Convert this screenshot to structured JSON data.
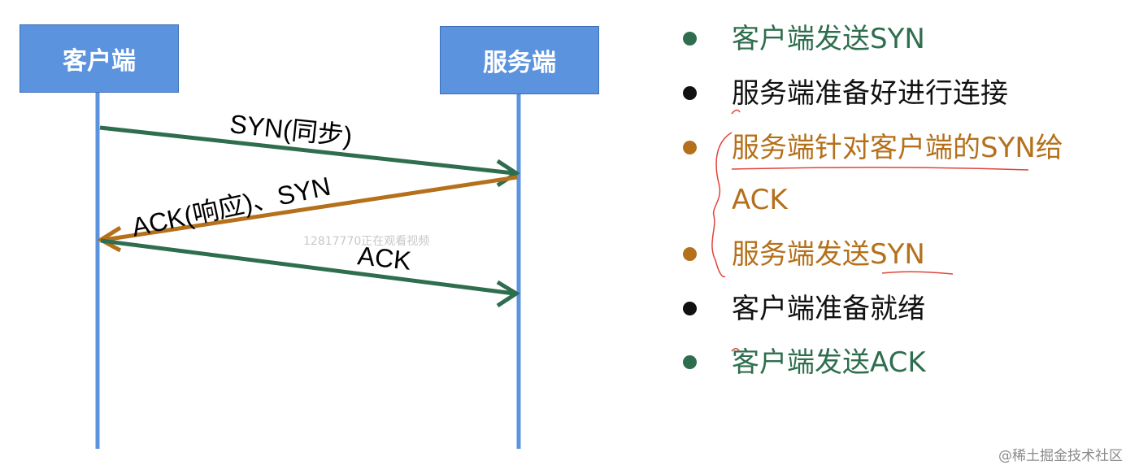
{
  "diagram": {
    "client_label": "客户端",
    "server_label": "服务端",
    "messages": [
      {
        "label": "SYN(同步)",
        "color": "#2e6e4e"
      },
      {
        "label": "ACK(响应)、SYN",
        "color": "#b5701b"
      },
      {
        "label": "ACK",
        "color": "#2e6e4e"
      }
    ],
    "lifeline_color": "#5b93df"
  },
  "steps": [
    {
      "text": "客户端发送SYN",
      "color": "#2e6e4e",
      "show_dot": true
    },
    {
      "text": "服务端准备好进行连接",
      "color": "#111111",
      "show_dot": true
    },
    {
      "text": "服务端针对客户端的SYN给",
      "color": "#b5701b",
      "show_dot": true
    },
    {
      "text": "ACK",
      "color": "#b5701b",
      "show_dot": false
    },
    {
      "text": "服务端发送SYN",
      "color": "#b5701b",
      "show_dot": true
    },
    {
      "text": "客户端准备就绪",
      "color": "#111111",
      "show_dot": true
    },
    {
      "text": "客户端发送ACK",
      "color": "#2e6e4e",
      "show_dot": true
    }
  ],
  "watermarks": {
    "viewer": "12817770正在观看视频",
    "site": "@稀土掘金技术社区"
  },
  "annotation_color": "#e0443a"
}
